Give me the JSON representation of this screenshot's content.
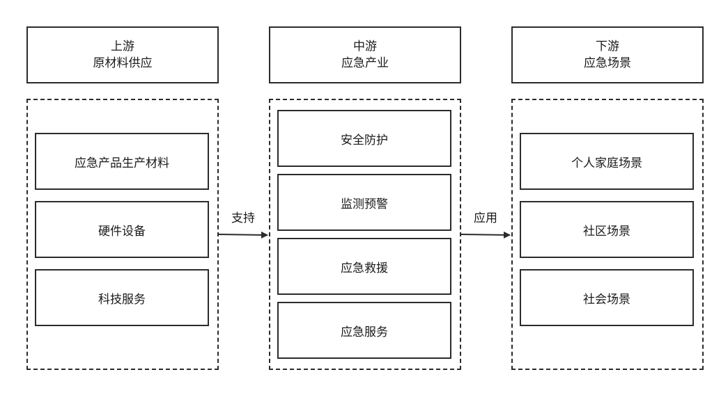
{
  "columns": [
    {
      "header": {
        "line1": "上游",
        "line2": "原材料供应"
      },
      "items": [
        "应急产品生产材料",
        "硬件设备",
        "科技服务"
      ]
    },
    {
      "header": {
        "line1": "中游",
        "line2": "应急产业"
      },
      "items": [
        "安全防护",
        "监测预警",
        "应急救援",
        "应急服务"
      ]
    },
    {
      "header": {
        "line1": "下游",
        "line2": "应急场景"
      },
      "items": [
        "个人家庭场景",
        "社区场景",
        "社会场景"
      ]
    }
  ],
  "connections": [
    {
      "from": "上游",
      "to": "中游",
      "label": "支持"
    },
    {
      "from": "中游",
      "to": "下游",
      "label": "应用"
    }
  ]
}
